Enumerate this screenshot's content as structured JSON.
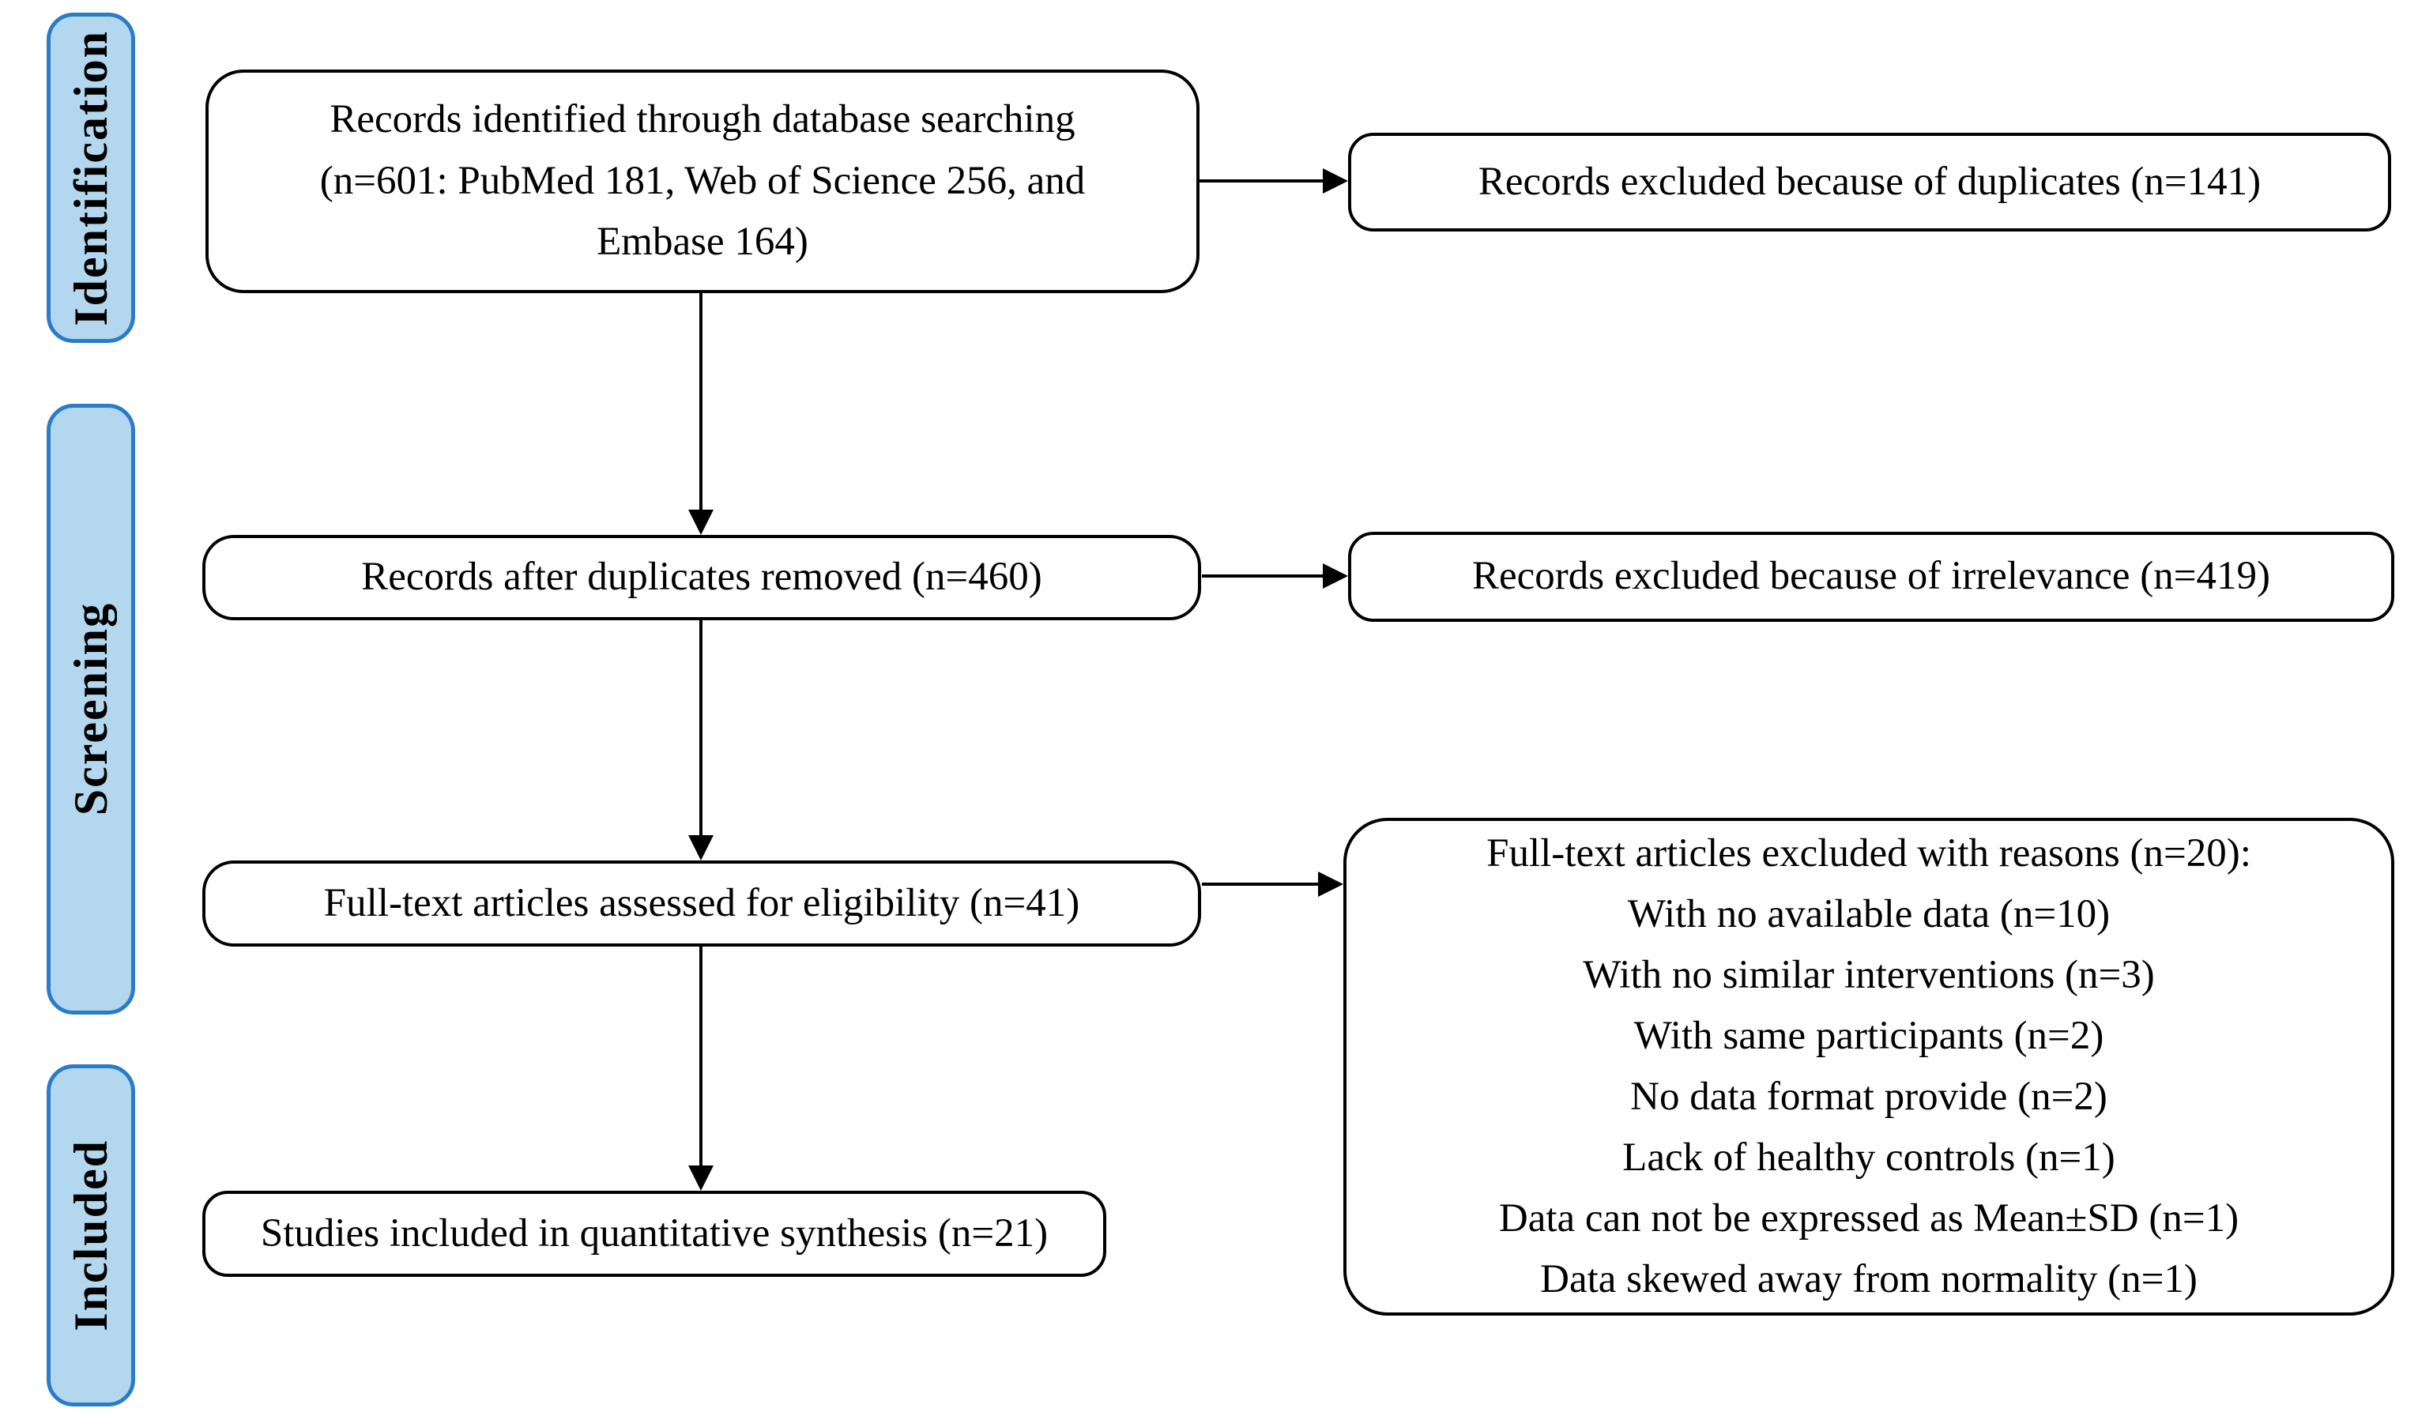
{
  "stages": [
    {
      "label": "Identification"
    },
    {
      "label": "Screening"
    },
    {
      "label": "Included"
    }
  ],
  "boxes": {
    "records_identified": {
      "text": "Records identified through database searching\n(n=601: PubMed 181, Web of Science 256, and\nEmbase 164)"
    },
    "excluded_duplicates": {
      "text": "Records excluded because of duplicates (n=141)"
    },
    "after_duplicates": {
      "text": "Records after duplicates removed (n=460)"
    },
    "excluded_irrelevance": {
      "text": "Records excluded because of irrelevance (n=419)"
    },
    "fulltext_assessed": {
      "text": "Full-text articles assessed for eligibility (n=41)"
    },
    "fulltext_excluded": {
      "lines": [
        "Full-text articles excluded with reasons (n=20):",
        "With no available data (n=10)",
        "With no similar interventions (n=3)",
        "With same participants (n=2)",
        "No data format provide (n=2)",
        "Lack of healthy controls (n=1)",
        "Data can not be expressed as Mean±SD (n=1)",
        "Data skewed away from normality (n=1)"
      ]
    },
    "included_quantitative": {
      "text": "Studies included in quantitative synthesis (n=21)"
    }
  },
  "colors": {
    "stage_fill": "#b3d7ef",
    "stage_border": "#2a7cc7",
    "box_border": "#000000",
    "arrow": "#000000",
    "background": "#ffffff"
  }
}
